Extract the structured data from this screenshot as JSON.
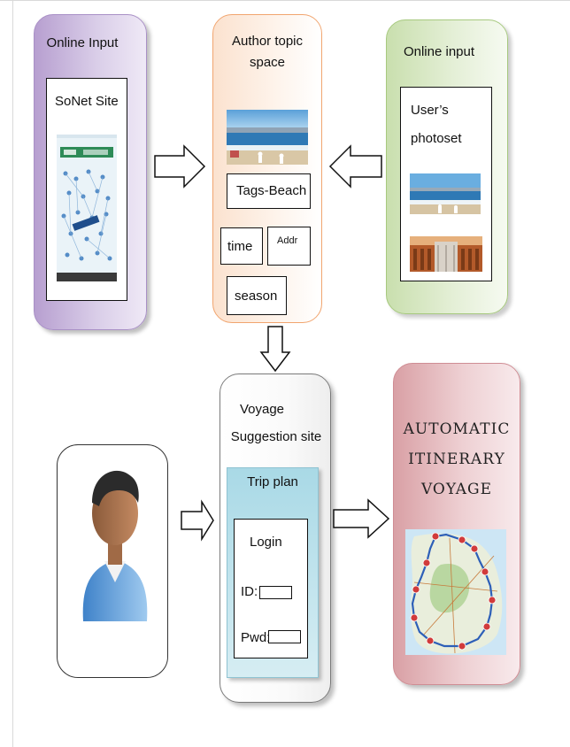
{
  "online_input_left": {
    "title": "Online Input",
    "site_label": "SoNet Site"
  },
  "author_space": {
    "title_line1": "Author topic",
    "title_line2": "space",
    "tag_label": "Tags-Beach",
    "time_label": "time",
    "addr_label": "Addr",
    "season_label": "season"
  },
  "online_input_right": {
    "title": "Online input",
    "box_line1": "User’s",
    "box_line2": "photoset"
  },
  "voyage_site": {
    "title_line1": "Voyage",
    "title_line2": "Suggestion site",
    "trip_label": "Trip plan",
    "login_label": "Login",
    "id_label": "ID:",
    "pwd_label": "Pwd:"
  },
  "itinerary": {
    "line1": "AUTOMATIC",
    "line2": "ITINERARY",
    "line3": "VOYAGE"
  },
  "colors": {
    "purple": "#b79fd0",
    "orange": "#f1a56f",
    "green": "#a7c97f",
    "red": "#d9a0a5",
    "tripplan": "#a9d9e6"
  }
}
